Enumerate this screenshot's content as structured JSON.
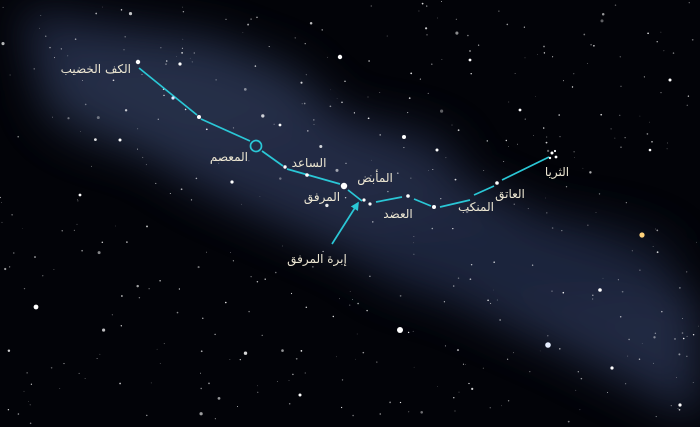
{
  "chart_title": "",
  "labels": {
    "kaff": "الكف الخضيب",
    "miasam": "المعصم",
    "saed": "الساعد",
    "mirfaq": "المرفق",
    "mabid": "المأبض",
    "ibra": "إبرة المرفق",
    "adud": "العضد",
    "mankib": "المنكب",
    "atiq": "العاتق",
    "thurayya": "الثريا"
  },
  "colors": {
    "background": "#000000",
    "line": "#2ac7d6",
    "label": "#ece6d2",
    "milky_way": "#3a4a72"
  }
}
